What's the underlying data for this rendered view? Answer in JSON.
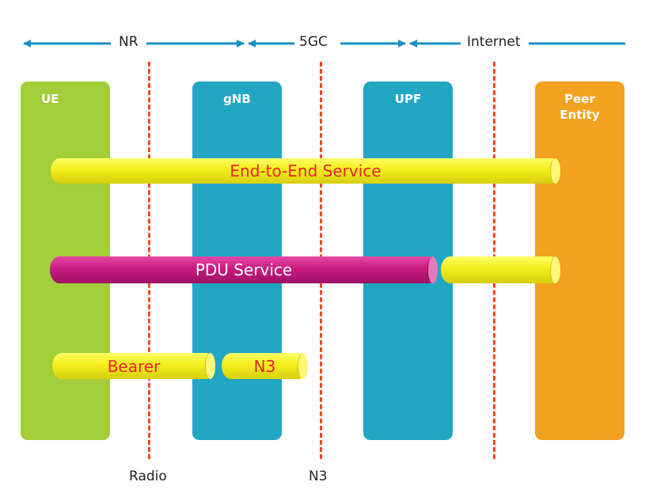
{
  "regions": {
    "nr": "NR",
    "core": "5GC",
    "internet": "Internet"
  },
  "nodes": {
    "ue": "UE",
    "gnb": "gNB",
    "upf": "UPF",
    "peer": "Peer\nEntity"
  },
  "pipes": {
    "end_to_end": "End-to-End Service",
    "pdu": "PDU Service",
    "bearer": "Bearer",
    "n3": "N3"
  },
  "interfaces": {
    "radio": "Radio",
    "n3": "N3"
  },
  "colors": {
    "ue": "#a1ce39",
    "gnb": "#22a6c4",
    "upf": "#22a6c4",
    "peer": "#f2a120",
    "pipe_yellow": "#f3ee1a",
    "pipe_magenta": "#c91b82",
    "pipe_text": "#e8242b",
    "dashed_line": "#ea4b25",
    "arrow": "#1a90c0"
  }
}
